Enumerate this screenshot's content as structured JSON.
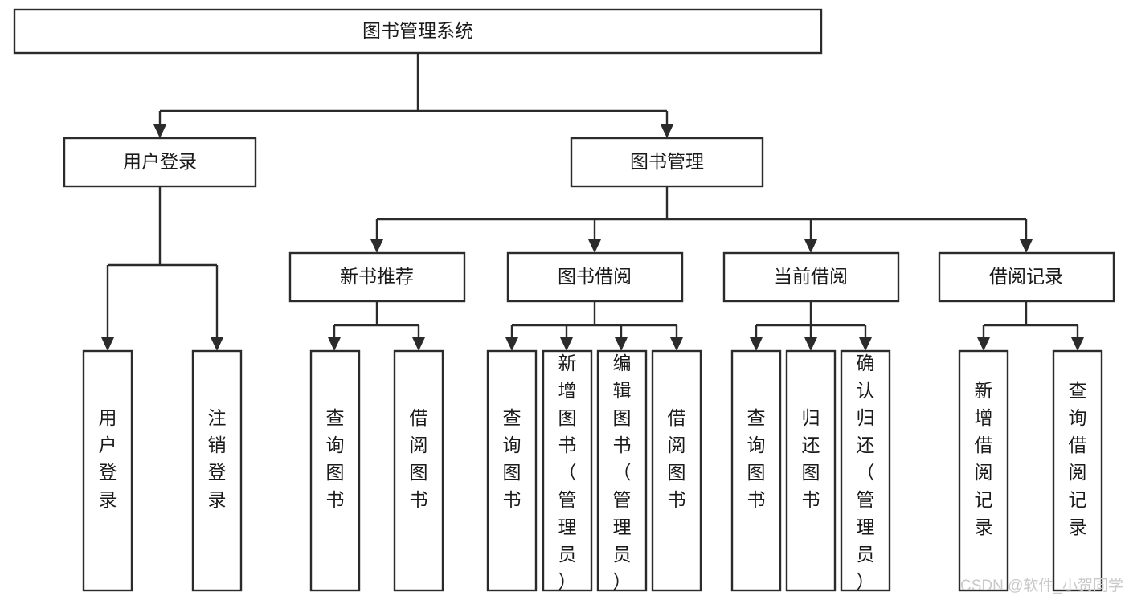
{
  "diagram": {
    "type": "tree-hierarchy-chart",
    "title": "图书管理系统",
    "background_color": "#ffffff",
    "line_color": "#2b2b2b",
    "box_fill": "#ffffff",
    "text_color": "#1a1a1a",
    "root": {
      "label": "图书管理系统",
      "orientation": "horizontal"
    },
    "level2": [
      {
        "label": "用户登录",
        "orientation": "horizontal"
      },
      {
        "label": "图书管理",
        "orientation": "horizontal"
      }
    ],
    "level3": [
      {
        "label": "新书推荐",
        "orientation": "horizontal"
      },
      {
        "label": "图书借阅",
        "orientation": "horizontal"
      },
      {
        "label": "当前借阅",
        "orientation": "horizontal"
      },
      {
        "label": "借阅记录",
        "orientation": "horizontal"
      }
    ],
    "leaves": {
      "user_login": [
        {
          "label": "用户登录",
          "orientation": "vertical"
        },
        {
          "label": "注销登录",
          "orientation": "vertical"
        }
      ],
      "new_book_recommend": [
        {
          "label": "查询图书",
          "orientation": "vertical"
        },
        {
          "label": "借阅图书",
          "orientation": "vertical"
        }
      ],
      "book_borrow": [
        {
          "label": "查询图书",
          "orientation": "vertical"
        },
        {
          "label": "新增图书（管理员）",
          "orientation": "vertical"
        },
        {
          "label": "编辑图书（管理员）",
          "orientation": "vertical"
        },
        {
          "label": "借阅图书",
          "orientation": "vertical"
        }
      ],
      "current_borrow": [
        {
          "label": "查询图书",
          "orientation": "vertical"
        },
        {
          "label": "归还图书",
          "orientation": "vertical"
        },
        {
          "label": "确认归还（管理员）",
          "orientation": "vertical"
        }
      ],
      "borrow_record": [
        {
          "label": "新增借阅记录",
          "orientation": "vertical"
        },
        {
          "label": "查询借阅记录",
          "orientation": "vertical"
        }
      ]
    },
    "watermark": "CSDN @软件_小贺同学"
  }
}
